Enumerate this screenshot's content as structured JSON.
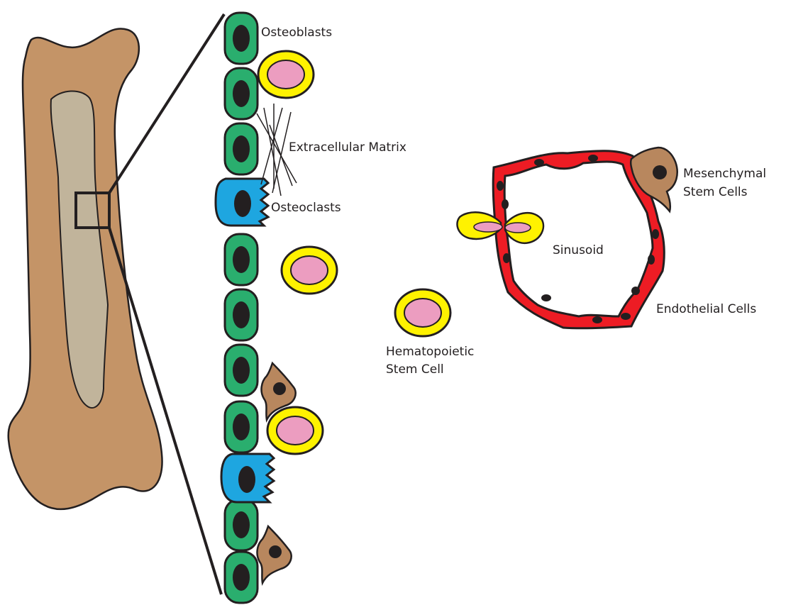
{
  "labels": {
    "osteoblasts": "Osteoblasts",
    "extracellular_matrix": "Extracellular Matrix",
    "osteoclasts": "Osteoclasts",
    "mesenchymal_line1": "Mesenchymal",
    "mesenchymal_line2": "Stem Cells",
    "sinusoid": "Sinusoid",
    "endothelial": "Endothelial Cells",
    "hsc_line1": "Hematopoietic",
    "hsc_line2": "Stem Cell"
  },
  "colors": {
    "bone": "#c49467",
    "marrow": "#c1b49b",
    "osteoblast": "#2aae6e",
    "osteoclast": "#1ea6e0",
    "nucleus": "#231f20",
    "hsc_outer": "#fff200",
    "hsc_inner": "#ec9dc0",
    "endothelial": "#ed1c24",
    "msc": "#b8875e",
    "outline": "#231f20"
  }
}
